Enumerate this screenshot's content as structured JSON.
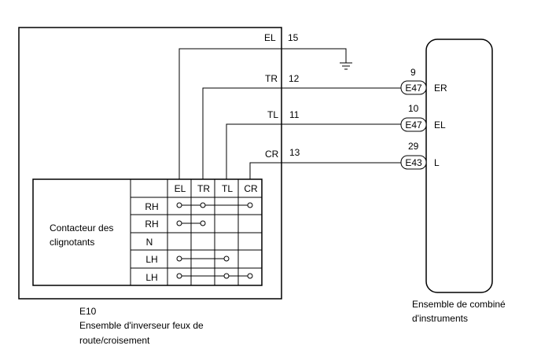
{
  "switch_unit": {
    "code": "E10",
    "name_line1": "Ensemble d'inverseur feux de",
    "name_line2": "route/croisement",
    "switch_name_line1": "Contacteur des",
    "switch_name_line2": "clignotants"
  },
  "instrument_cluster": {
    "name_line1": "Ensemble de combiné",
    "name_line2": "d'instruments"
  },
  "wires": [
    {
      "terminal": "EL",
      "pin": "15"
    },
    {
      "terminal": "TR",
      "pin": "12",
      "connector": "E47",
      "cluster_pin": "9",
      "cluster_terminal": "ER"
    },
    {
      "terminal": "TL",
      "pin": "11",
      "connector": "E47",
      "cluster_pin": "10",
      "cluster_terminal": "EL"
    },
    {
      "terminal": "CR",
      "pin": "13",
      "connector": "E43",
      "cluster_pin": "29",
      "cluster_terminal": "L"
    }
  ],
  "switch_table": {
    "columns": [
      "EL",
      "TR",
      "TL",
      "CR"
    ],
    "rows": [
      {
        "position": "RH",
        "connected": [
          "EL",
          "TR",
          "CR"
        ]
      },
      {
        "position": "RH",
        "connected": [
          "EL",
          "TR"
        ]
      },
      {
        "position": "N",
        "connected": []
      },
      {
        "position": "LH",
        "connected": [
          "EL",
          "TL"
        ]
      },
      {
        "position": "LH",
        "connected": [
          "EL",
          "TL",
          "CR"
        ]
      }
    ]
  }
}
